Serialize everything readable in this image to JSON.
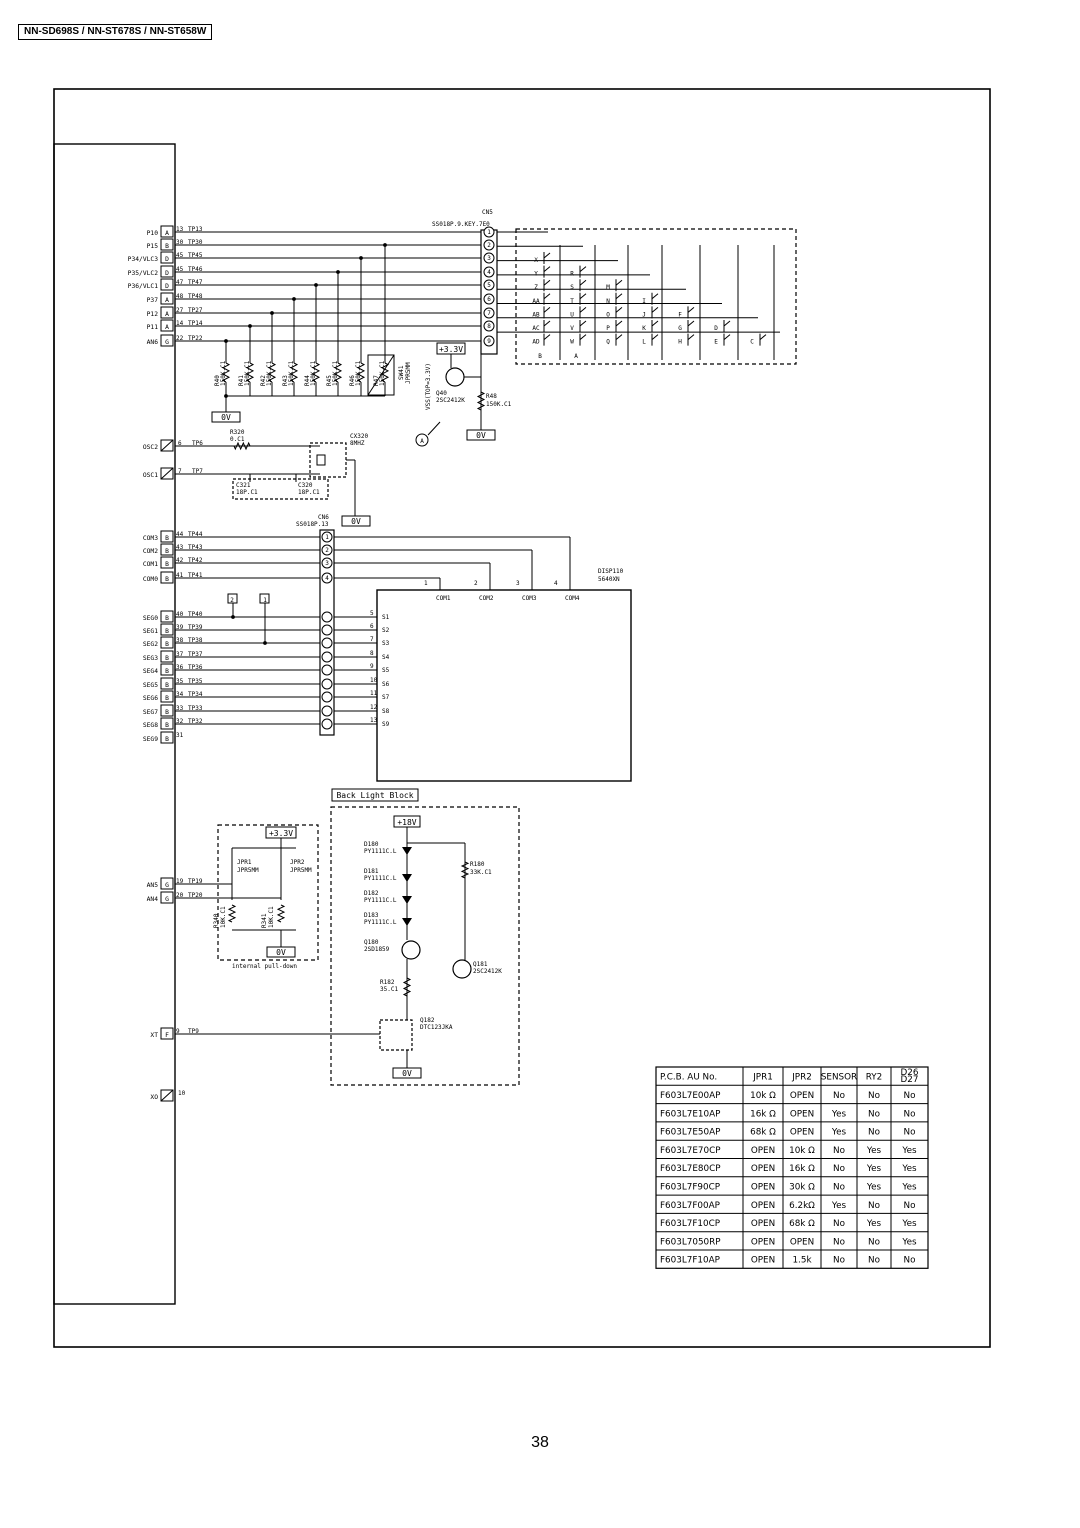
{
  "header": {
    "models": "NN-SD698S / NN-ST678S / NN-ST658W"
  },
  "page_number": "38",
  "ic_pins": [
    {
      "name": "P10",
      "box": "A",
      "num": "13",
      "tp": "TP13"
    },
    {
      "name": "P15",
      "box": "B",
      "num": "30",
      "tp": "TP30"
    },
    {
      "name": "P34/VLC3",
      "box": "D",
      "num": "45",
      "tp": "TP45"
    },
    {
      "name": "P35/VLC2",
      "box": "D",
      "num": "45",
      "tp": "TP46"
    },
    {
      "name": "P36/VLC1",
      "box": "D",
      "num": "47",
      "tp": "TP47"
    },
    {
      "name": "P37",
      "box": "A",
      "num": "48",
      "tp": "TP48"
    },
    {
      "name": "P12",
      "box": "A",
      "num": "27",
      "tp": "TP27"
    },
    {
      "name": "P11",
      "box": "A",
      "num": "14",
      "tp": "TP14"
    },
    {
      "name": "AN6",
      "box": "G",
      "num": "22",
      "tp": "TP22"
    }
  ],
  "osc_pins": [
    {
      "name": "OSC2",
      "num": "6",
      "tp": "TP6"
    },
    {
      "name": "OSC1",
      "num": "7",
      "tp": "TP7"
    }
  ],
  "com_pins": [
    {
      "name": "COM3",
      "box": "B",
      "num": "44",
      "tp": "TP44",
      "cn": "1",
      "disp": "4"
    },
    {
      "name": "COM2",
      "box": "B",
      "num": "43",
      "tp": "TP43",
      "cn": "2",
      "disp": "3"
    },
    {
      "name": "COM1",
      "box": "B",
      "num": "42",
      "tp": "TP42",
      "cn": "3",
      "disp": "2"
    },
    {
      "name": "COM0",
      "box": "B",
      "num": "41",
      "tp": "TP41",
      "cn": "4",
      "disp": "1"
    }
  ],
  "seg_pins": [
    {
      "name": "SEG0",
      "box": "B",
      "num": "40",
      "tp": "TP40",
      "cn": "5",
      "s": "S1"
    },
    {
      "name": "SEG1",
      "box": "B",
      "num": "39",
      "tp": "TP39",
      "cn": "6",
      "s": "S2"
    },
    {
      "name": "SEG2",
      "box": "B",
      "num": "38",
      "tp": "TP38",
      "cn": "7",
      "s": "S3"
    },
    {
      "name": "SEG3",
      "box": "B",
      "num": "37",
      "tp": "TP37",
      "cn": "8",
      "s": "S4"
    },
    {
      "name": "SEG4",
      "box": "B",
      "num": "36",
      "tp": "TP36",
      "cn": "9",
      "s": "S5"
    },
    {
      "name": "SEG5",
      "box": "B",
      "num": "35",
      "tp": "TP35",
      "cn": "10",
      "s": "S6"
    },
    {
      "name": "SEG6",
      "box": "B",
      "num": "34",
      "tp": "TP34",
      "cn": "11",
      "s": "S7"
    },
    {
      "name": "SEG7",
      "box": "B",
      "num": "33",
      "tp": "TP33",
      "cn": "12",
      "s": "S8"
    },
    {
      "name": "SEG8",
      "box": "B",
      "num": "32",
      "tp": "TP32",
      "cn": "13",
      "s": "S9"
    },
    {
      "name": "SEG9",
      "box": "B",
      "num": "31",
      "tp": "",
      "cn": "",
      "s": ""
    }
  ],
  "an_pins": [
    {
      "name": "AN5",
      "box": "G",
      "num": "19",
      "tp": "TP19"
    },
    {
      "name": "AN4",
      "box": "G",
      "num": "20",
      "tp": "TP20"
    }
  ],
  "xt_pin": {
    "name": "XT",
    "box": "F",
    "num": "9",
    "tp": "TP9"
  },
  "xo_pin": {
    "name": "XO",
    "num": "10"
  },
  "resistors": [
    {
      "ref": "R40",
      "val": "150K.C1"
    },
    {
      "ref": "R41",
      "val": "150K.C1"
    },
    {
      "ref": "R42",
      "val": "150K.C1"
    },
    {
      "ref": "R43",
      "val": "150K.C1"
    },
    {
      "ref": "R44",
      "val": "150K.C1"
    },
    {
      "ref": "R45",
      "val": "150K.C1"
    },
    {
      "ref": "R46",
      "val": "150K.C1"
    },
    {
      "ref": "R47",
      "val": "150K.C1"
    }
  ],
  "labels": {
    "cn5_ref": "CN5",
    "cn5_type": "SS018P.9.KEY.7E0",
    "q40": "Q40",
    "q40_type": "2SC2412K",
    "r48": "R48",
    "r48_val": "150K.C1",
    "sw41": "SW41",
    "sw41_type": "JPR5MM",
    "vss": "VSS(TOP=3.3V)",
    "v33": "+3.3V",
    "zero_v": "0V",
    "pointA": "A",
    "r320": "R320",
    "r320_val": "0.C1",
    "cx320": "CX320",
    "cx320_val": "8MHZ",
    "c321": "C321",
    "c321_val": "18P.C1",
    "c320": "C320",
    "c320_val": "18P.C1",
    "cn6": "CN6",
    "cn6_type": "SS018P.13",
    "disp_ref": "DISP110",
    "disp_type": "5640XN",
    "disp_cols": [
      "COM1",
      "COM2",
      "COM3",
      "COM4"
    ],
    "jump1": "1",
    "jump2": "2",
    "backlight": "Back Light Block",
    "v18": "+18V",
    "d180": "D180",
    "d181": "D181",
    "d182": "D182",
    "d183": "D183",
    "led_type": "PY1111C.L",
    "r180": "R180",
    "r180_val": "33K.C1",
    "q180": "Q180",
    "q180_type": "2SD1859",
    "q181": "Q181",
    "q181_type": "2SC2412K",
    "r182": "R182",
    "r182_val": "35.C1",
    "q182": "Q182",
    "q182_type": "DTC123JKA",
    "jpr1": "JPR1",
    "jpr2": "JPR2",
    "jpr_type": "JPR5MM",
    "r340": "R340",
    "r340_val": "10K.C1",
    "r341": "R341",
    "r341_val": "10K.C1",
    "pulldown": "internal pull-down"
  },
  "keys": {
    "rows": [
      [
        "X"
      ],
      [
        "Y",
        "R"
      ],
      [
        "Z",
        "S",
        "M"
      ],
      [
        "AA",
        "T",
        "N",
        "I"
      ],
      [
        "AB",
        "U",
        "O",
        "J",
        "F"
      ],
      [
        "AC",
        "V",
        "P",
        "K",
        "G",
        "D"
      ],
      [
        "AD",
        "W",
        "Q",
        "L",
        "H",
        "E",
        "C"
      ]
    ],
    "last": [
      "B",
      "A"
    ]
  },
  "table": {
    "headers": [
      "P.C.B. AU No.",
      "JPR1",
      "JPR2",
      "SENSOR",
      "RY2",
      "D26 D27"
    ],
    "rows": [
      [
        "F603L7E00AP",
        "10k Ω",
        "OPEN",
        "No",
        "No",
        "No"
      ],
      [
        "F603L7E10AP",
        "16k Ω",
        "OPEN",
        "Yes",
        "No",
        "No"
      ],
      [
        "F603L7E50AP",
        "68k Ω",
        "OPEN",
        "Yes",
        "No",
        "No"
      ],
      [
        "F603L7E70CP",
        "OPEN",
        "10k Ω",
        "No",
        "Yes",
        "Yes"
      ],
      [
        "F603L7E80CP",
        "OPEN",
        "16k Ω",
        "No",
        "Yes",
        "Yes"
      ],
      [
        "F603L7F90CP",
        "OPEN",
        "30k Ω",
        "No",
        "Yes",
        "Yes"
      ],
      [
        "F603L7F00AP",
        "OPEN",
        "6.2kΩ",
        "Yes",
        "No",
        "No"
      ],
      [
        "F603L7F10CP",
        "OPEN",
        "68k Ω",
        "No",
        "Yes",
        "Yes"
      ],
      [
        "F603L7050RP",
        "OPEN",
        "OPEN",
        "No",
        "No",
        "Yes"
      ],
      [
        "F603L7F10AP",
        "OPEN",
        "1.5k",
        "No",
        "No",
        "No"
      ]
    ]
  }
}
